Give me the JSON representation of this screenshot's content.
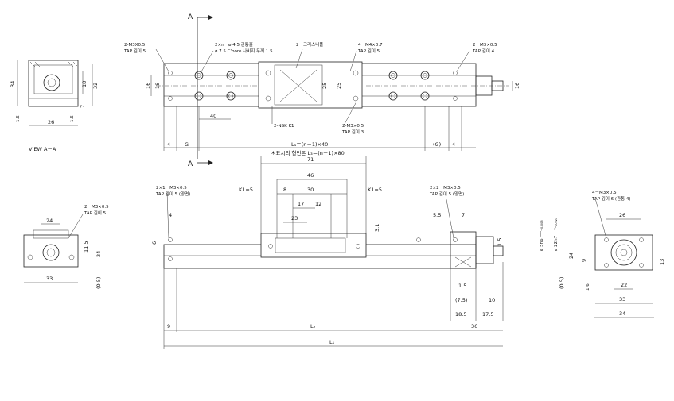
{
  "section_marks": {
    "a_top": "A",
    "a_bottom": "A"
  },
  "view_label": "VIEW  A－A",
  "top_view": {
    "note_left": "2-M3X0.5",
    "note_left2": "TAP 깊이 5",
    "note_holes": "2×n－ø 4.5 관통홀",
    "note_holes2": "ø 7.5 C'bore 나비지 두께 1.5",
    "note_grease": "2－그리스니플",
    "note_m4": "4－M4×0.7",
    "note_m4b": "TAP 깊이 5",
    "note_right": "2－M3×0.5",
    "note_right2": "TAP 깊이 4",
    "note_nsk": "2-NSK  K1",
    "note_m3": "2-M3×0.5",
    "note_m3b": "TAP 깊이 3",
    "dim_40": "40",
    "dim_4l": "4",
    "dim_g": "G",
    "dim_l3": "L₃＝(n－1)×40",
    "dim_g2": "(G)",
    "dim_4r": "4",
    "dim_note": "＊표시의 형번은 L₃＝(n－1)×80",
    "dim_16l": "16",
    "dim_18l": "18",
    "dim_25a": "25",
    "dim_25b": "25",
    "dim_16r": "16"
  },
  "side_view": {
    "dim_34": "34",
    "dim_18": "18",
    "dim_32": "32",
    "dim_7": "7",
    "dim_16a": "1.6",
    "dim_16b": "1.6",
    "dim_26": "26"
  },
  "front_view": {
    "note_left": "2×1－M3×0.5",
    "note_left2": "TAP 깊이 5 (양면)",
    "note_right": "2×2－M3×0.5",
    "note_right2": "TAP 깊이 5 (양면)",
    "k1l": "K1=5",
    "k1r": "K1=5",
    "dim_71": "71",
    "dim_46": "46",
    "dim_8": "8",
    "dim_30": "30",
    "dim_17": "17",
    "dim_12": "12",
    "dim_23": "23",
    "dim_31": "3.1",
    "dim_4": "4",
    "dim_6": "6",
    "dim_55": "5.5",
    "dim_7": "7",
    "dim_15a": "1.5",
    "dim_15b": "1.5",
    "dim_75": "(7.5)",
    "dim_10": "10",
    "dim_185": "18.5",
    "dim_175": "17.5",
    "dim_9": "9",
    "dim_l2": "L₂",
    "dim_36": "36",
    "dim_l1": "L₁",
    "dim_shaft1": "ø 5h6 －⁰₋₀.₀₀₈",
    "dim_shaft2": "ø 22h7 －⁰₋₀.₀₂₁"
  },
  "left_end": {
    "note": "2－M3×0.5",
    "note2": "TAP 깊이 5",
    "dim_24": "24",
    "dim_115": "11.5",
    "dim_24v": "24",
    "dim_33": "33",
    "dim_05": "(0.5)"
  },
  "right_end": {
    "note": "4－M3×0.5",
    "note2": "TAP 깊이 6 (관통 4)",
    "dim_26": "26",
    "dim_24": "24",
    "dim_9": "9",
    "dim_13": "13",
    "dim_05": "(0.5)",
    "dim_16": "1.6",
    "dim_22": "22",
    "dim_33": "33",
    "dim_34": "34"
  }
}
